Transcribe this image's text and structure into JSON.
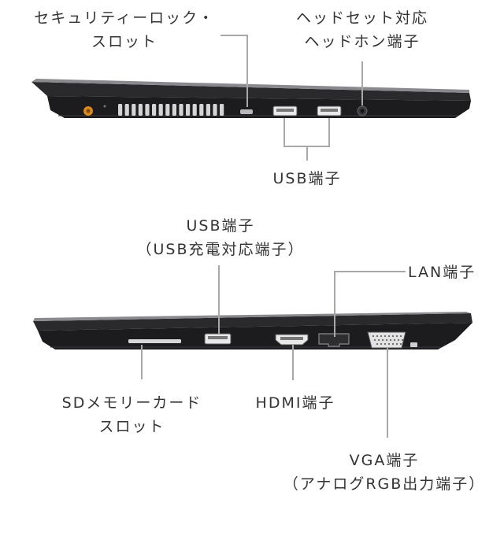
{
  "top_view": {
    "security_slot_label": [
      "セキュリティーロック・",
      "スロット"
    ],
    "headset_label": [
      "ヘッドセット対応",
      "ヘッドホン端子"
    ],
    "usb_label": "USB端子"
  },
  "bottom_view": {
    "usb_charge_label": [
      "USB端子",
      "（USB充電対応端子）"
    ],
    "lan_label": "LAN端子",
    "sd_label": [
      "SDメモリーカード",
      "スロット"
    ],
    "hdmi_label": "HDMI端子",
    "vga_label": [
      "VGA端子",
      "（アナログRGB出力端子）"
    ]
  },
  "colors": {
    "laptop_body": "#1c1c1e",
    "laptop_edge": "#3a3a3c",
    "leader_line": "#a8a8a8",
    "text": "#333333",
    "power_port": "#d98a1c"
  }
}
